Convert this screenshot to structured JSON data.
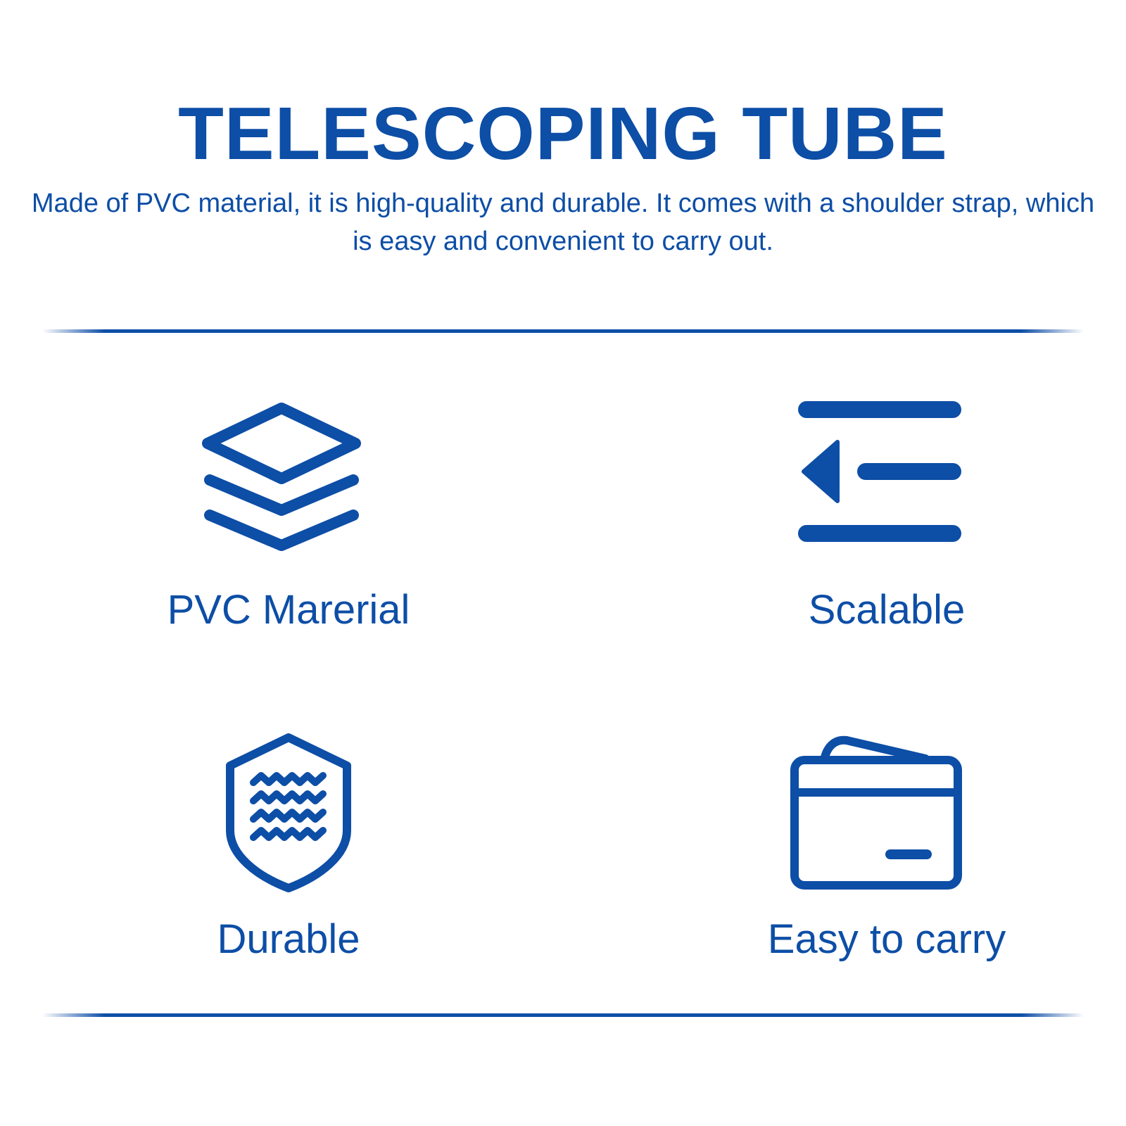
{
  "header": {
    "title": "TELESCOPING TUBE",
    "subtitle": "Made of PVC material, it is high-quality and durable. It comes with a shoulder strap, which is easy and convenient to carry out."
  },
  "features": [
    {
      "label": "PVC Marerial",
      "icon": "layers-icon"
    },
    {
      "label": "Scalable",
      "icon": "collapse-menu-icon"
    },
    {
      "label": "Durable",
      "icon": "waterproof-shield-icon"
    },
    {
      "label": "Easy to carry",
      "icon": "wallet-icon"
    }
  ],
  "colors": {
    "accent": "#0d4ea6",
    "background": "#ffffff"
  }
}
